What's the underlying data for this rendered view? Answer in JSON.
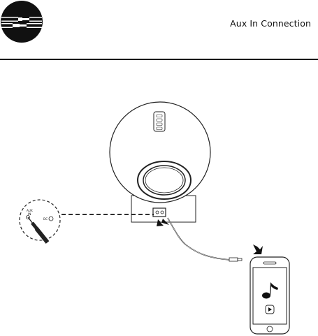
{
  "header": {
    "title": "Aux In Connection",
    "icon": "aux-cable-icon"
  },
  "port_callout": {
    "aux_label": "AUX IN",
    "dc_label": "DC"
  },
  "speaker": {
    "control_buttons": 4
  },
  "phone": {
    "screen_icons": [
      "music-note-icon",
      "play-button-icon"
    ]
  }
}
